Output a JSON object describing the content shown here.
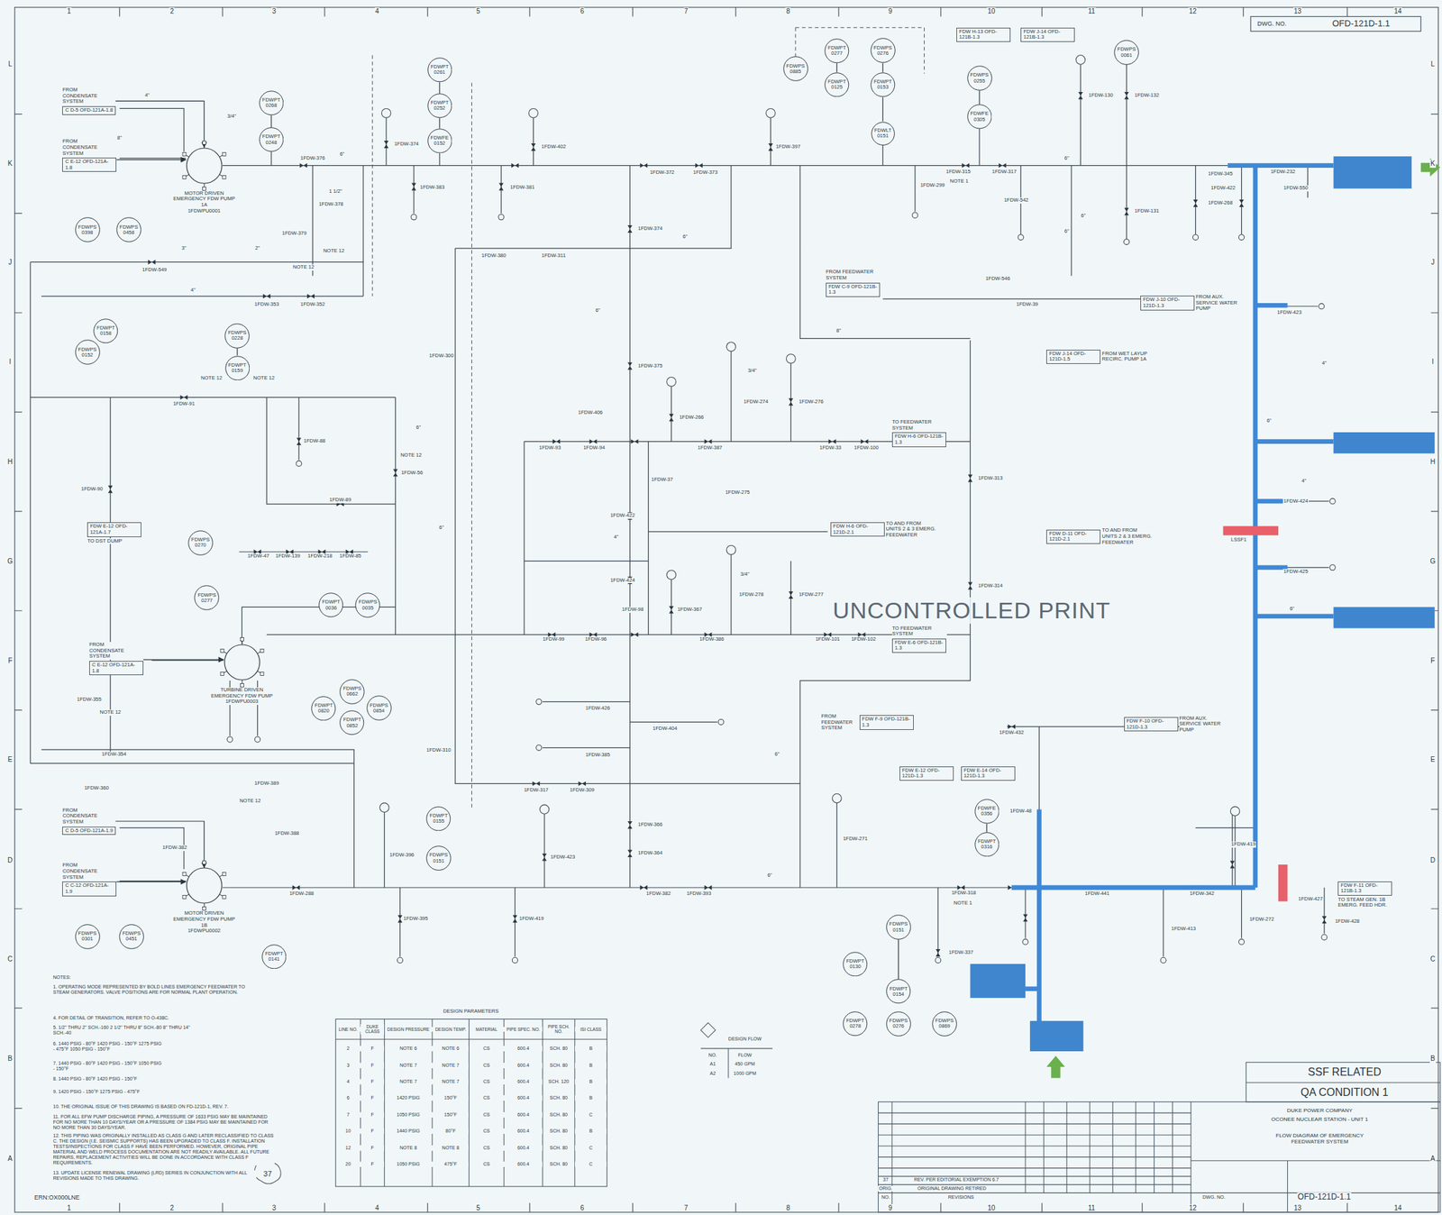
{
  "diagram": {
    "title": "FLOW DIAGRAM OF EMERGENCY FEEDWATER SYSTEM",
    "nodes": [
      {
        "text": [
          "FROM CONDENSATE SYSTEM",
          "C D-5 OFD-121A-1.8"
        ]
      },
      {
        "text": [
          "FROM CONDENSATE SYSTEM",
          "C E-12 OFD-121A-1.8"
        ]
      },
      {
        "text": [
          "MOTOR DRIVEN EMERGENCY FDW PUMP 1A",
          "1FDWPU0001"
        ]
      },
      {
        "text": [
          "TURBINE DRIVEN EMERGENCY FDW PUMP",
          "1FDWPU0003"
        ]
      },
      {
        "text": [
          "MOTOR DRIVEN EMERGENCY FDW PUMP 1B",
          "1FDWPU0002"
        ]
      },
      {
        "text": [
          "FROM CONDENSATE SYSTEM",
          "C E-12 OFD-121A-1.8"
        ]
      },
      {
        "text": [
          "FROM CONDENSATE SYSTEM",
          "C D-5 OFD-121A-1.9"
        ]
      },
      {
        "text": [
          "FROM CONDENSATE SYSTEM",
          "C C-12 OFD-121A-1.9"
        ]
      },
      {
        "text": [
          "FROM FEEDWATER SYSTEM",
          "FDW C-9 OFD-121B-1.3"
        ]
      },
      {
        "text": [
          "TO FEEDWATER SYSTEM",
          "FDW H-6 OFD-121B-1.3"
        ]
      },
      {
        "text": [
          "TO AND FROM UNITS 2 & 3 EMERG. FEEDWATER",
          "FDW H-6 OFD-121D-2.1"
        ]
      },
      {
        "text": [
          "TO AND FROM UNITS 2 & 3 EMERG. FEEDWATER",
          "FDW D-11 OFD-121D-2.1"
        ]
      },
      {
        "text": [
          "TO FEEDWATER SYSTEM",
          "FDW E-6 OFD-121B-1.3"
        ]
      },
      {
        "text": [
          "FROM FEEDWATER SYSTEM",
          "FDW F-9 OFD-121B-1.3"
        ]
      },
      {
        "text": [
          "FROM AUX. SERVICE WATER PUMP",
          "FDW F-10 OFD-121D-1.3"
        ]
      },
      {
        "text": [
          "FROM AUX. SERVICE WATER PUMP",
          "FDW J-10 OFD-121D-1.3"
        ]
      },
      {
        "text": [
          "FROM WET LAYUP RECIRC. PUMP 1A",
          "FDW J-14 OFD-121D-1.5"
        ]
      },
      {
        "text": [
          "TO STEAM GEN. 1B EMERG. FEED HDR.",
          "FDW F-11 OFD-121B-1.3"
        ]
      },
      {
        "text": [
          "FDW H-13 OFD-121B-1.3"
        ]
      },
      {
        "text": [
          "FDW J-14 OFD-121B-1.3"
        ]
      },
      {
        "text": [
          "FDW E-12 OFD-121D-1.3"
        ]
      },
      {
        "text": [
          "FDW E-14 OFD-121D-1.3"
        ]
      },
      {
        "text": [
          "TO DST DUMP",
          "FDW E-12 OFD-121A-1.7"
        ]
      },
      {
        "text": [
          "FDWPT 0261"
        ]
      },
      {
        "text": [
          "FDWPT 0252"
        ]
      },
      {
        "text": [
          "FDWFE 0152"
        ]
      },
      {
        "text": [
          "FDWPT 0268"
        ]
      },
      {
        "text": [
          "FDWPT 0248"
        ]
      },
      {
        "text": [
          "FDWPS 0398"
        ]
      },
      {
        "text": [
          "FDWPS 0458"
        ]
      },
      {
        "text": [
          "FDWPT 0277"
        ]
      },
      {
        "text": [
          "FDWPS 0276"
        ]
      },
      {
        "text": [
          "FDWPT 0125"
        ]
      },
      {
        "text": [
          "FDWPT 0153"
        ]
      },
      {
        "text": [
          "FDWLT 0151"
        ]
      },
      {
        "text": [
          "FDWPS 0255"
        ]
      },
      {
        "text": [
          "FDWFE 0305"
        ]
      },
      {
        "text": [
          "FDWPS 0885"
        ]
      },
      {
        "text": [
          "FDWPS 0061"
        ]
      },
      {
        "text": [
          "FDWPT 0158"
        ]
      },
      {
        "text": [
          "FDWPS 0152"
        ]
      },
      {
        "text": [
          "FDWPS 0228"
        ]
      },
      {
        "text": [
          "FDWPT 0159"
        ]
      },
      {
        "text": [
          "FDWPS 0270"
        ]
      },
      {
        "text": [
          "FDWPS 0277"
        ]
      },
      {
        "text": [
          "FDWPT 0036"
        ]
      },
      {
        "text": [
          "FDWPS 0035"
        ]
      },
      {
        "text": [
          "FDWPS 0662"
        ]
      },
      {
        "text": [
          "FDWPT 0820"
        ]
      },
      {
        "text": [
          "FDWPS 0854"
        ]
      },
      {
        "text": [
          "FDWPT 0852"
        ]
      },
      {
        "text": [
          "FDWPT 0155"
        ]
      },
      {
        "text": [
          "FDWPS 0151"
        ]
      },
      {
        "text": [
          "FDWPS 0301"
        ]
      },
      {
        "text": [
          "FDWPS 0451"
        ]
      },
      {
        "text": [
          "FDWPT 0141"
        ]
      },
      {
        "text": [
          "FDWFE 0356"
        ]
      },
      {
        "text": [
          "FDWPT 0316"
        ]
      },
      {
        "text": [
          "FDWPS 0151"
        ]
      },
      {
        "text": [
          "FDWPT 0154"
        ]
      },
      {
        "text": [
          "FDWPT 0130"
        ]
      },
      {
        "text": [
          "FDWPT 0278"
        ]
      },
      {
        "text": [
          "FDWPS 0276"
        ]
      },
      {
        "text": [
          "FDWPS 0869"
        ]
      }
    ],
    "edges": [
      {
        "from": 0,
        "to": 2,
        "arrow": "to"
      },
      {
        "from": 1,
        "to": 2,
        "arrow": "to"
      },
      {
        "from": 5,
        "to": 3,
        "arrow": "to"
      },
      {
        "from": 6,
        "to": 4,
        "arrow": "to"
      },
      {
        "from": 7,
        "to": 4,
        "arrow": "to"
      },
      {
        "from": 23,
        "to": 24,
        "arrow": "none"
      },
      {
        "from": 24,
        "to": 25,
        "arrow": "none"
      },
      {
        "from": 26,
        "to": 27,
        "arrow": "none"
      },
      {
        "from": 30,
        "to": 32,
        "arrow": "none"
      },
      {
        "from": 31,
        "to": 33,
        "arrow": "none"
      },
      {
        "from": 33,
        "to": 34,
        "arrow": "none"
      },
      {
        "from": 35,
        "to": 36,
        "arrow": "none"
      },
      {
        "from": 56,
        "to": 57,
        "arrow": "none"
      },
      {
        "from": 58,
        "to": 59,
        "arrow": "none"
      },
      {
        "from": 41,
        "to": 42,
        "arrow": "none"
      }
    ],
    "labels": [
      "1",
      "2",
      "3",
      "4",
      "5",
      "6",
      "7",
      "8",
      "9",
      "10",
      "11",
      "12",
      "13",
      "14",
      "1",
      "2",
      "3",
      "4",
      "5",
      "6",
      "7",
      "8",
      "9",
      "10",
      "11",
      "12",
      "13",
      "14",
      "L",
      "K",
      "J",
      "I",
      "H",
      "G",
      "F",
      "E",
      "D",
      "C",
      "B",
      "A",
      "L",
      "K",
      "J",
      "I",
      "H",
      "G",
      "F",
      "E",
      "D",
      "C",
      "B",
      "A",
      "DESIGN PARAMETERS",
      "LINE NO.",
      "DUKE CLASS",
      "DESIGN PRESSURE",
      "DESIGN TEMP.",
      "MATERIAL",
      "PIPE SPEC. NO.",
      "PIPE SCH. NO.",
      "ISI CLASS",
      "2",
      "F",
      "NOTE 6",
      "NOTE 6",
      "CS",
      "600.4",
      "SCH. 80",
      "B",
      "3",
      "F",
      "NOTE 7",
      "NOTE 7",
      "CS",
      "600.4",
      "SCH. 80",
      "B",
      "4",
      "F",
      "NOTE 7",
      "NOTE 7",
      "CS",
      "600.4",
      "SCH. 120",
      "B",
      "6",
      "F",
      "1420 PSIG",
      "150°F",
      "CS",
      "600.4",
      "SCH. 80",
      "B",
      "7",
      "F",
      "1050 PSIG",
      "150°F",
      "CS",
      "600.4",
      "SCH. 80",
      "C",
      "10",
      "F",
      "1440 PSIG",
      "80°F",
      "CS",
      "600.4",
      "SCH. 80",
      "B",
      "12",
      "F",
      "NOTE 8",
      "NOTE 8",
      "CS",
      "600.4",
      "SCH. 80",
      "C",
      "20",
      "F",
      "1050 PSIG",
      "475°F",
      "CS",
      "600.4",
      "SCH. 80",
      "C",
      "DWG. NO.",
      "OFD-121D-1.1",
      "UNCONTROLLED PRINT",
      "1FDW-376",
      "1FDW-378",
      "1FDW-379",
      "1FDW-374",
      "1FDW-383",
      "1FDW-381",
      "1FDW-402",
      "1FDW-397",
      "1FDW-372",
      "1FDW-373",
      "1FDW-374",
      "1FDW-380",
      "1FDW-311",
      "1FDW-549",
      "1FDW-353",
      "1FDW-352",
      "1FDW-300",
      "1FDW-375",
      "1FDW-91",
      "1FDW-90",
      "1FDW-88",
      "1FDW-56",
      "1FDW-93",
      "1FDW-94",
      "1FDW-406",
      "1FDW-387",
      "1FDW-37",
      "1FDW-275",
      "1FDW-422",
      "1FDW-424",
      "1FDW-98",
      "1FDW-367",
      "1FDW-99",
      "1FDW-96",
      "1FDW-386",
      "1FDW-33",
      "1FDW-100",
      "1FDW-101",
      "1FDW-102",
      "1FDW-313",
      "1FDW-314",
      "1FDW-426",
      "1FDW-404",
      "1FDW-385",
      "1FDW-310",
      "1FDW-317",
      "1FDW-309",
      "1FDW-366",
      "1FDW-364",
      "1FDW-423",
      "1FDW-382",
      "1FDW-393",
      "1FDW-419",
      "1FDW-395",
      "1FDW-396",
      "1FDW-288",
      "1FDW-382",
      "1FDW-389",
      "1FDW-388",
      "1FDW-360",
      "1FDW-354",
      "1FDW-355",
      "1FDW-271",
      "1FDW-337",
      "1FDW-318",
      "1FDW-441",
      "1FDW-342",
      "1FDW-413",
      "1FDW-272",
      "1FDW-427",
      "1FDW-428",
      "1FDW-419",
      "1FDW-48",
      "1FDW-432",
      "1FDW-546",
      "1FDW-39",
      "1FDW-542",
      "1FDW-317",
      "1FDW-315",
      "1FDW-299",
      "1FDW-130",
      "1FDW-132",
      "1FDW-131",
      "1FDW-345",
      "1FDW-422",
      "1FDW-268",
      "1FDW-232",
      "1FDW-550",
      "1FDW-423",
      "1FDW-424",
      "1FDW-425",
      "LSSF1",
      "1FDW-276",
      "1FDW-274",
      "1FDW-266",
      "1FDW-277",
      "1FDW-278",
      "1FDW-139",
      "1FDW-218",
      "1FDW-85",
      "1FDW-47",
      "1FDW-89",
      "NOTE 12",
      "NOTE 12",
      "NOTE 12",
      "NOTE 12",
      "NOTE 12",
      "NOTE 12",
      "NOTE 12",
      "NOTE 1",
      "NOTE 1",
      "4\"",
      "8\"",
      "3/4\"",
      "6\"",
      "1 1/2\"",
      "3\"",
      "2\"",
      "4\"",
      "6\"",
      "6\"",
      "8\"",
      "6\"",
      "6\"",
      "3/4\"",
      "6\"",
      "6\"",
      "3/4\"",
      "4\"",
      "6\"",
      "6\"",
      "6\"",
      "4\"",
      "6\"",
      "4\"",
      "6\"",
      "NOTES:",
      "1. OPERATING MODE REPRESENTED BY BOLD LINES EMERGENCY FEEDWATER TO STEAM GENERATORS. VALVE POSITIONS ARE FOR NORMAL PLANT OPERATION.",
      "4. FOR DETAIL OF TRANSITION, REFER TO O-438C.",
      "5. 1/2\" THRU 2\" SCH.-160 2 1/2\" THRU 8\" SCH.-80 8\" THRU 14\" SCH.-40",
      "6. 1440 PSIG - 80°F 1420 PSIG - 150°F 1275 PSIG - 475°F 1050 PSIG - 150°F",
      "7. 1440 PSIG - 80°F 1420 PSIG - 150°F 1050 PSIG - 150°F",
      "8. 1440 PSIG - 80°F 1420 PSIG - 150°F",
      "9. 1420 PSIG - 150°F 1275 PSIG - 475°F",
      "10. THE ORIGINAL ISSUE OF THIS DRAWING IS BASED ON FD-121D-1, REV. 7.",
      "11. FOR ALL EFW PUMP DISCHARGE PIPING, A PRESSURE OF 1633 PSIG MAY BE MAINTAINED FOR NO MORE THAN 10 DAYS/YEAR OR A PRESSURE OF 1384 PSIG MAY BE MAINTAINED FOR NO MORE THAN 30 DAYS/YEAR.",
      "12. THIS PIPING WAS ORIGINALLY INSTALLED AS CLASS G AND LATER RECLASSIFIED TO CLASS C. THE DESIGN (I.E. SEISMIC SUPPORTS) HAS BEEN UPGRADED TO CLASS F. INSTALLATION TESTS/INSPECTIONS FOR CLASS F HAVE BEEN PERFORMED. HOWEVER, ORIGINAL PIPE MATERIAL AND WELD PROCESS DOCUMENTATION ARE NOT READILY AVAILABLE. ALL FUTURE REPAIRS, REPLACEMENT ACTIVITIES WILL BE DONE IN ACCORDANCE WITH CLASS F REQUIREMENTS.",
      "13. UPDATE LICENSE RENEWAL DRAWING (LRD) SERIES IN CONJUNCTION WITH ALL REVISIONS MADE TO THIS DRAWING.",
      "37",
      "ERN:OX000LNE",
      "DESIGN FLOW",
      "NO.",
      "FLOW",
      "A1",
      "450 GPM",
      "A2",
      "1000 GPM",
      "SSF RELATED",
      "QA CONDITION 1",
      "DUKE POWER COMPANY",
      "OCONEE NUCLEAR STATION - UNIT 1",
      "37",
      "REV. PER EDITORIAL EXEMPTION 6.7",
      "ORIG.",
      "ORIGINAL DRAWING RETIRED",
      "NO.",
      "REVISIONS",
      "DWG. NO.",
      "OFD-121D-1.1"
    ]
  }
}
